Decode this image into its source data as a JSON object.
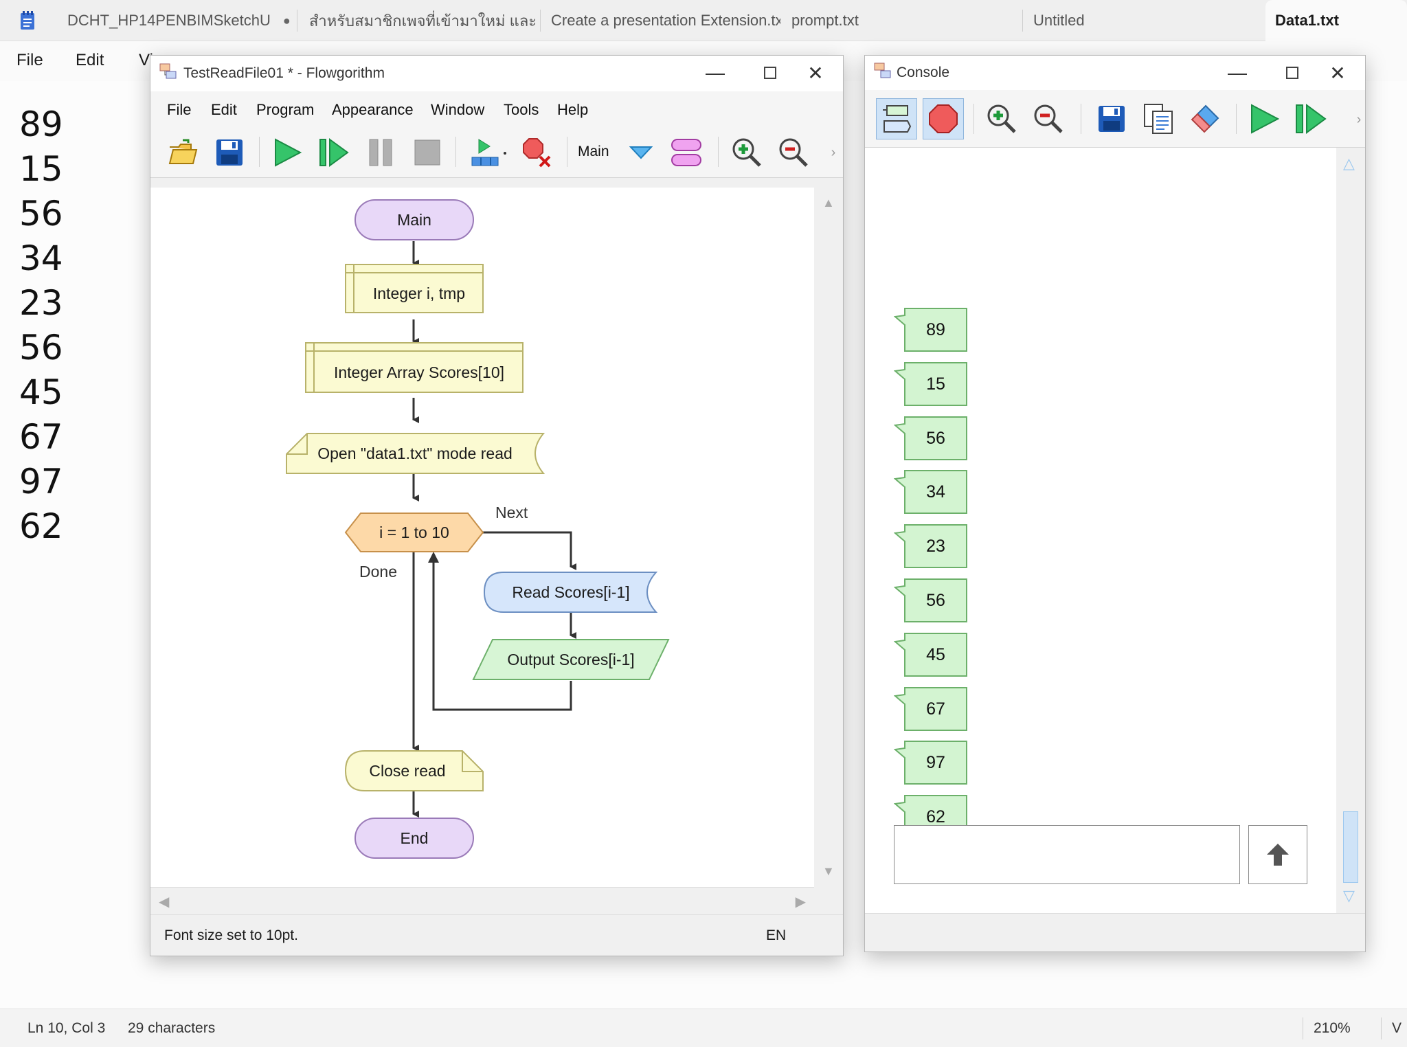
{
  "notepad": {
    "tabs": [
      {
        "label": "DCHT_HP14PENBIMSketchU",
        "modified": true
      },
      {
        "label": "สำหรับสมาชิกเพจที่เข้ามาใหม่ และ",
        "modified": true
      },
      {
        "label": "Create a presentation Extension.tx",
        "modified": false
      },
      {
        "label": "prompt.txt",
        "modified": false
      },
      {
        "label": "Untitled",
        "modified": false
      },
      {
        "label": "Data1.txt",
        "modified": false,
        "active": true
      }
    ],
    "menu": [
      "File",
      "Edit",
      "Vi"
    ],
    "lines": [
      "89",
      "15",
      "56",
      "34",
      "23",
      "56",
      "45",
      "67",
      "97",
      "62"
    ],
    "status": {
      "position": "Ln 10, Col 3",
      "chars": "29 characters",
      "zoom": "210%",
      "extra": "V"
    }
  },
  "flowgorithm": {
    "title": "TestReadFile01 * - Flowgorithm",
    "menu": [
      "File",
      "Edit",
      "Program",
      "Appearance",
      "Window",
      "Tools",
      "Help"
    ],
    "function_select": "Main",
    "status": {
      "message": "Font size set to 10pt.",
      "lang": "EN"
    },
    "chart": {
      "main": "Main",
      "declare1": "Integer i, tmp",
      "declare2": "Integer Array Scores[10]",
      "open": "Open \"data1.txt\" mode read",
      "loop": "i = 1 to 10",
      "next": "Next",
      "done": "Done",
      "read": "Read Scores[i-1]",
      "output": "Output Scores[i-1]",
      "close": "Close read",
      "end": "End"
    }
  },
  "console": {
    "title": "Console",
    "outputs": [
      "89",
      "15",
      "56",
      "34",
      "23",
      "56",
      "45",
      "67",
      "97",
      "62"
    ],
    "input_value": ""
  },
  "colors": {
    "terminal": "#e8d8f8",
    "declare": "#fbfad2",
    "loop": "#fdd9a8",
    "read": "#d6e6fb",
    "output": "#d7f5d5",
    "console_bubble": "#d3f4d1"
  }
}
